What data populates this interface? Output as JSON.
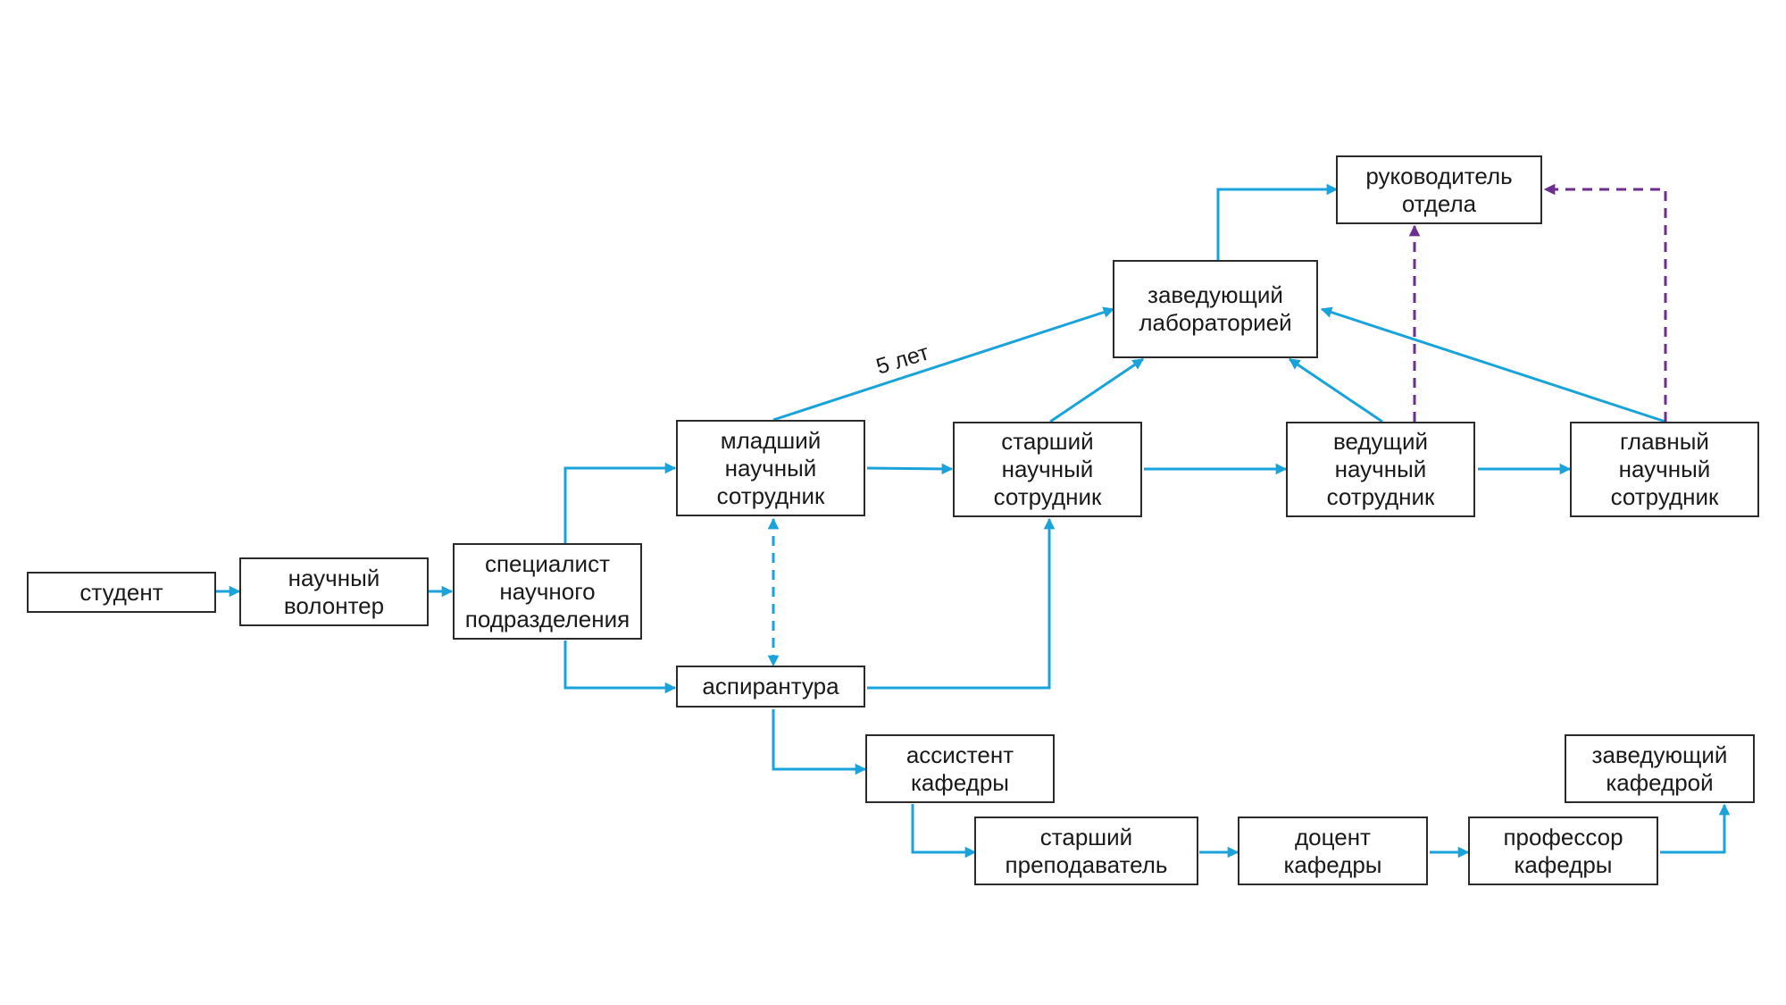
{
  "colors": {
    "primary_arrow": "#1aa3db",
    "secondary_arrow": "#6a2f8f",
    "box_border": "#2b2b2b"
  },
  "nodes": {
    "student": "студент",
    "volunteer": "научный\nволонтер",
    "specialist": "специалист\nнаучного\nподразделения",
    "junior": "младший\nнаучный\nсотрудник",
    "senior": "старший\nнаучный\nсотрудник",
    "leading": "ведущий\nнаучный\nсотрудник",
    "chief": "главный\nнаучный\nсотрудник",
    "lab_head": "заведующий\nлабораторией",
    "dept_head": "руководитель\nотдела",
    "phd": "аспирантура",
    "assistant": "ассистент\nкафедры",
    "senior_lecturer": "старший\nпреподаватель",
    "docent": "доцент\nкафедры",
    "professor": "профессор\nкафедры",
    "chair_head": "заведующий\nкафедрой"
  },
  "edge_labels": {
    "junior_to_lab_head": "5 лет"
  }
}
